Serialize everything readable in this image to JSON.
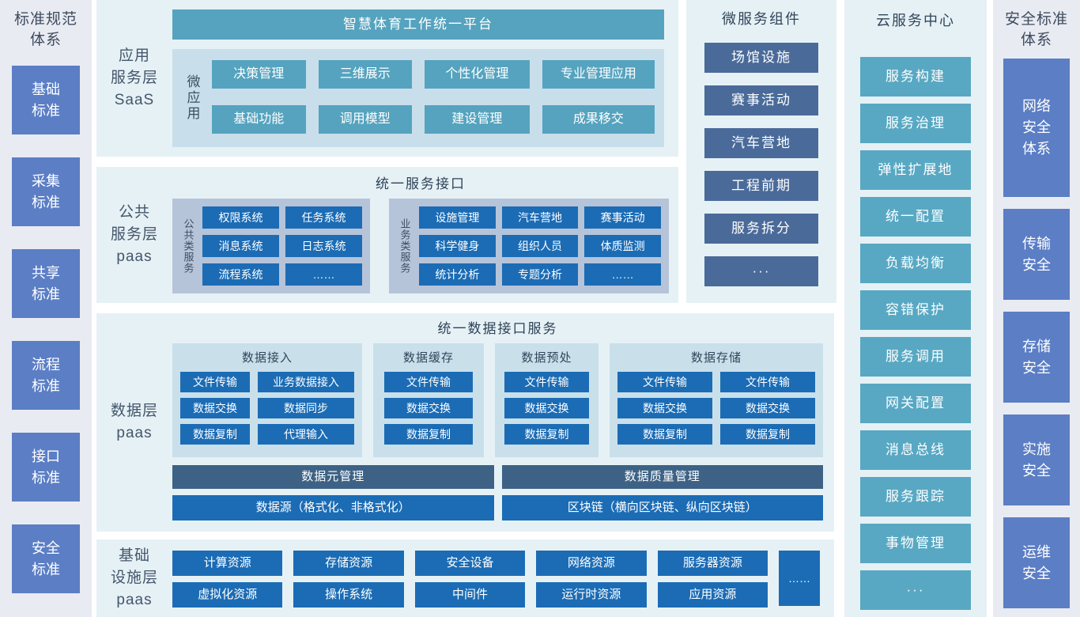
{
  "colors": {
    "sidebar_bg": "#e9ebf3",
    "sidebar_box": "#5b7ec5",
    "panel_bg": "#e6f1f6",
    "teal": "#55a3bf",
    "micro_container": "#c8dfeb",
    "service_group_bg": "#b6c4d9",
    "data_group_bg": "#c9e0eb",
    "blue": "#1b6cb5",
    "slate_box": "#4a6b9a",
    "cloud_box": "#58a8c3",
    "dark_bar": "#3d6285",
    "title_text": "#31465a"
  },
  "left_sidebar": {
    "title_lines": [
      "标准规范",
      "体系"
    ],
    "items": [
      [
        "基础",
        "标准"
      ],
      [
        "采集",
        "标准"
      ],
      [
        "共享",
        "标准"
      ],
      [
        "流程",
        "标准"
      ],
      [
        "接口",
        "标准"
      ],
      [
        "安全",
        "标准"
      ]
    ]
  },
  "app_layer": {
    "label_lines": [
      "应用",
      "服务层",
      "SaaS"
    ],
    "header": "智慧体育工作统一平台",
    "micro_label": "微应用",
    "buttons": [
      "决策管理",
      "三维展示",
      "个性化管理",
      "专业管理应用",
      "基础功能",
      "调用模型",
      "建设管理",
      "成果移交"
    ]
  },
  "public_layer": {
    "label_lines": [
      "公共",
      "服务层",
      "paas"
    ],
    "title": "统一服务接口",
    "common_group": {
      "vlabel": "公共类服务",
      "buttons": [
        "权限系统",
        "任务系统",
        "消息系统",
        "日志系统",
        "流程系统",
        "……"
      ]
    },
    "business_group": {
      "vlabel": "业务类服务",
      "buttons": [
        "设施管理",
        "汽车营地",
        "赛事活动",
        "科学健身",
        "组织人员",
        "体质监测",
        "统计分析",
        "专题分析",
        "……"
      ]
    }
  },
  "data_layer": {
    "label_lines": [
      "数据层",
      "paas"
    ],
    "title": "统一数据接口服务",
    "access": {
      "title": "数据接入",
      "buttons": [
        "文件传输",
        "业务数据接入",
        "数据交换",
        "数据同步",
        "数据复制",
        "代理输入"
      ]
    },
    "cache": {
      "title": "数据缓存",
      "buttons": [
        "文件传输",
        "数据交换",
        "数据复制"
      ]
    },
    "preprocess": {
      "title": "数据预处",
      "buttons": [
        "文件传输",
        "数据交换",
        "数据复制"
      ]
    },
    "storage": {
      "title": "数据存储",
      "buttons": [
        "文件传输",
        "文件传输",
        "数据交换",
        "数据交换",
        "数据复制",
        "数据复制"
      ]
    },
    "meta_bar": "数据元管理",
    "quality_bar": "数据质量管理",
    "source_bar": "数据源（格式化、非格式化）",
    "blockchain_bar": "区块链（横向区块链、纵向区块链）"
  },
  "infra_layer": {
    "label_lines": [
      "基础",
      "设施层",
      "paas"
    ],
    "row1": [
      "计算资源",
      "存储资源",
      "安全设备",
      "网络资源",
      "服务器资源"
    ],
    "row2": [
      "虚拟化资源",
      "操作系统",
      "中间件",
      "运行时资源",
      "应用资源"
    ],
    "more": "……"
  },
  "microservices": {
    "title": "微服务组件",
    "items": [
      "场馆设施",
      "赛事活动",
      "汽车营地",
      "工程前期",
      "服务拆分",
      "···"
    ]
  },
  "cloud_center": {
    "title": "云服务中心",
    "items": [
      "服务构建",
      "服务治理",
      "弹性扩展地",
      "统一配置",
      "负载均衡",
      "容错保护",
      "服务调用",
      "网关配置",
      "消息总线",
      "服务跟踪",
      "事物管理",
      "···"
    ]
  },
  "security_sidebar": {
    "title_lines": [
      "安全标准",
      "体系"
    ],
    "items": [
      [
        "网络",
        "安全",
        "体系"
      ],
      [
        "传输",
        "安全"
      ],
      [
        "存储",
        "安全"
      ],
      [
        "实施",
        "安全"
      ],
      [
        "运维",
        "安全"
      ]
    ]
  }
}
